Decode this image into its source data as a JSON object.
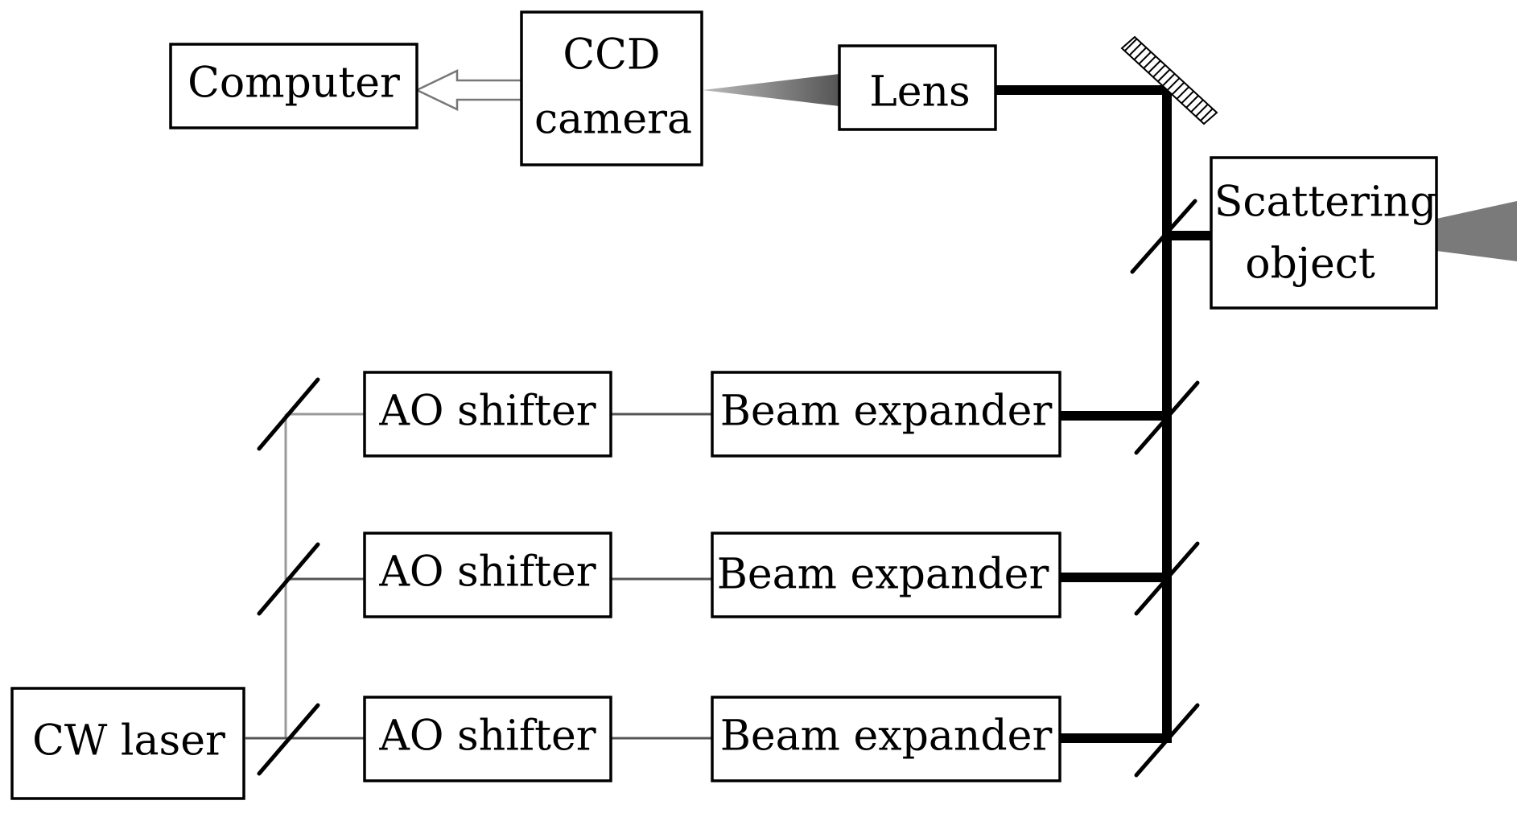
{
  "diagram": {
    "computer": {
      "label": "Computer"
    },
    "ccd_camera": {
      "label_line1": "CCD",
      "label_line2": "camera"
    },
    "lens": {
      "label": "Lens"
    },
    "scattering_object": {
      "label_line1": "Scattering",
      "label_line2": "object"
    },
    "cw_laser": {
      "label": "CW laser"
    },
    "ao_shifters": [
      {
        "label": "AO shifter"
      },
      {
        "label": "AO shifter"
      },
      {
        "label": "AO shifter"
      }
    ],
    "beam_expanders": [
      {
        "label": "Beam expander"
      },
      {
        "label": "Beam expander"
      },
      {
        "label": "Beam expander"
      }
    ]
  }
}
